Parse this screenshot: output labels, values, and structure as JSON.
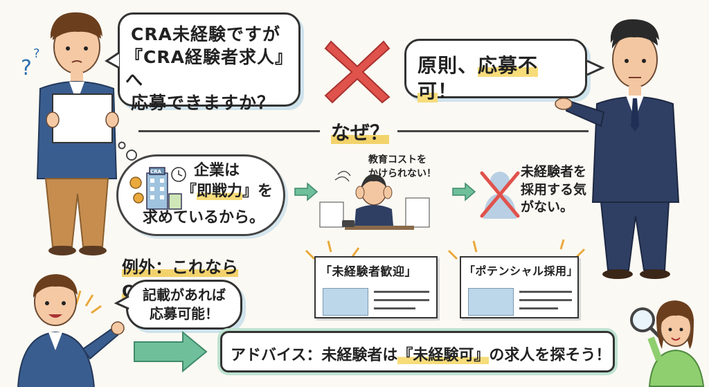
{
  "question_bubble": {
    "line1": "CRA未経験ですが",
    "line2": "『CRA経験者求人』へ",
    "line3": "応募できますか？"
  },
  "answer_bubble": {
    "prefix": "原則、",
    "highlight": "応募不可",
    "suffix": "！"
  },
  "why_label": "なぜ？",
  "thought_bubble": {
    "line1": "企業は",
    "line2_open": "『",
    "line2_highlight": "即戦力",
    "line2_close": "』を",
    "line3": "求めているから。"
  },
  "building_sign": "CRA",
  "stress_caption": {
    "line1": "教育コストを",
    "line2": "かけられない！"
  },
  "no_hire_caption": {
    "line1": "未経験者を",
    "line2": "採用する気",
    "line3": "がない。"
  },
  "exception_label": "例外：これならOK！",
  "exception_bubble": {
    "line1": "記載があれば",
    "line2": "応募可能！"
  },
  "job_posts": [
    {
      "title": "「未経験者歓迎」"
    },
    {
      "title": "「ポテンシャル採用」"
    }
  ],
  "advice": {
    "prefix": "アドバイス：未経験者は",
    "highlight": "『未経験可』",
    "suffix": "の求人を探そう！"
  },
  "colors": {
    "accent_yellow": "#f7dc7a",
    "cross_red": "#e0524c",
    "arrow_green": "#6fbf9b",
    "suit_navy": "#2f3f63"
  }
}
